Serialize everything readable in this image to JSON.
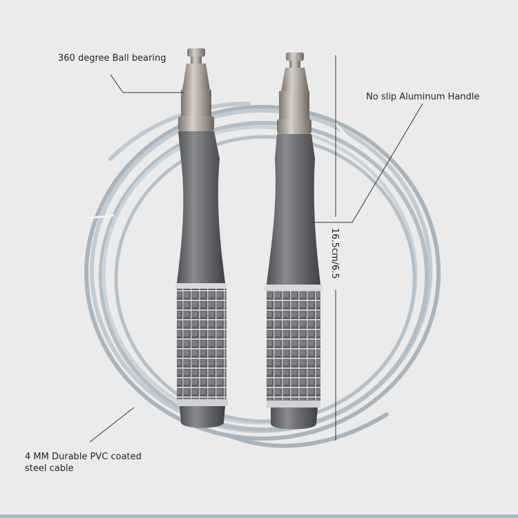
{
  "annotations": {
    "ball_bearing": "360 degree Ball bearing",
    "handle": "No slip Aluminum Handle",
    "cable_line1": "4 MM Durable PVC coated",
    "cable_line2": "steel cable",
    "dimension": "16.5cm/6.5"
  },
  "colors": {
    "background": "#ebebeb",
    "cable": "#b9c3cb",
    "handle": "#6d6f73",
    "bearing": "#b3aca4",
    "accent_bar": "#8ec9c0"
  }
}
